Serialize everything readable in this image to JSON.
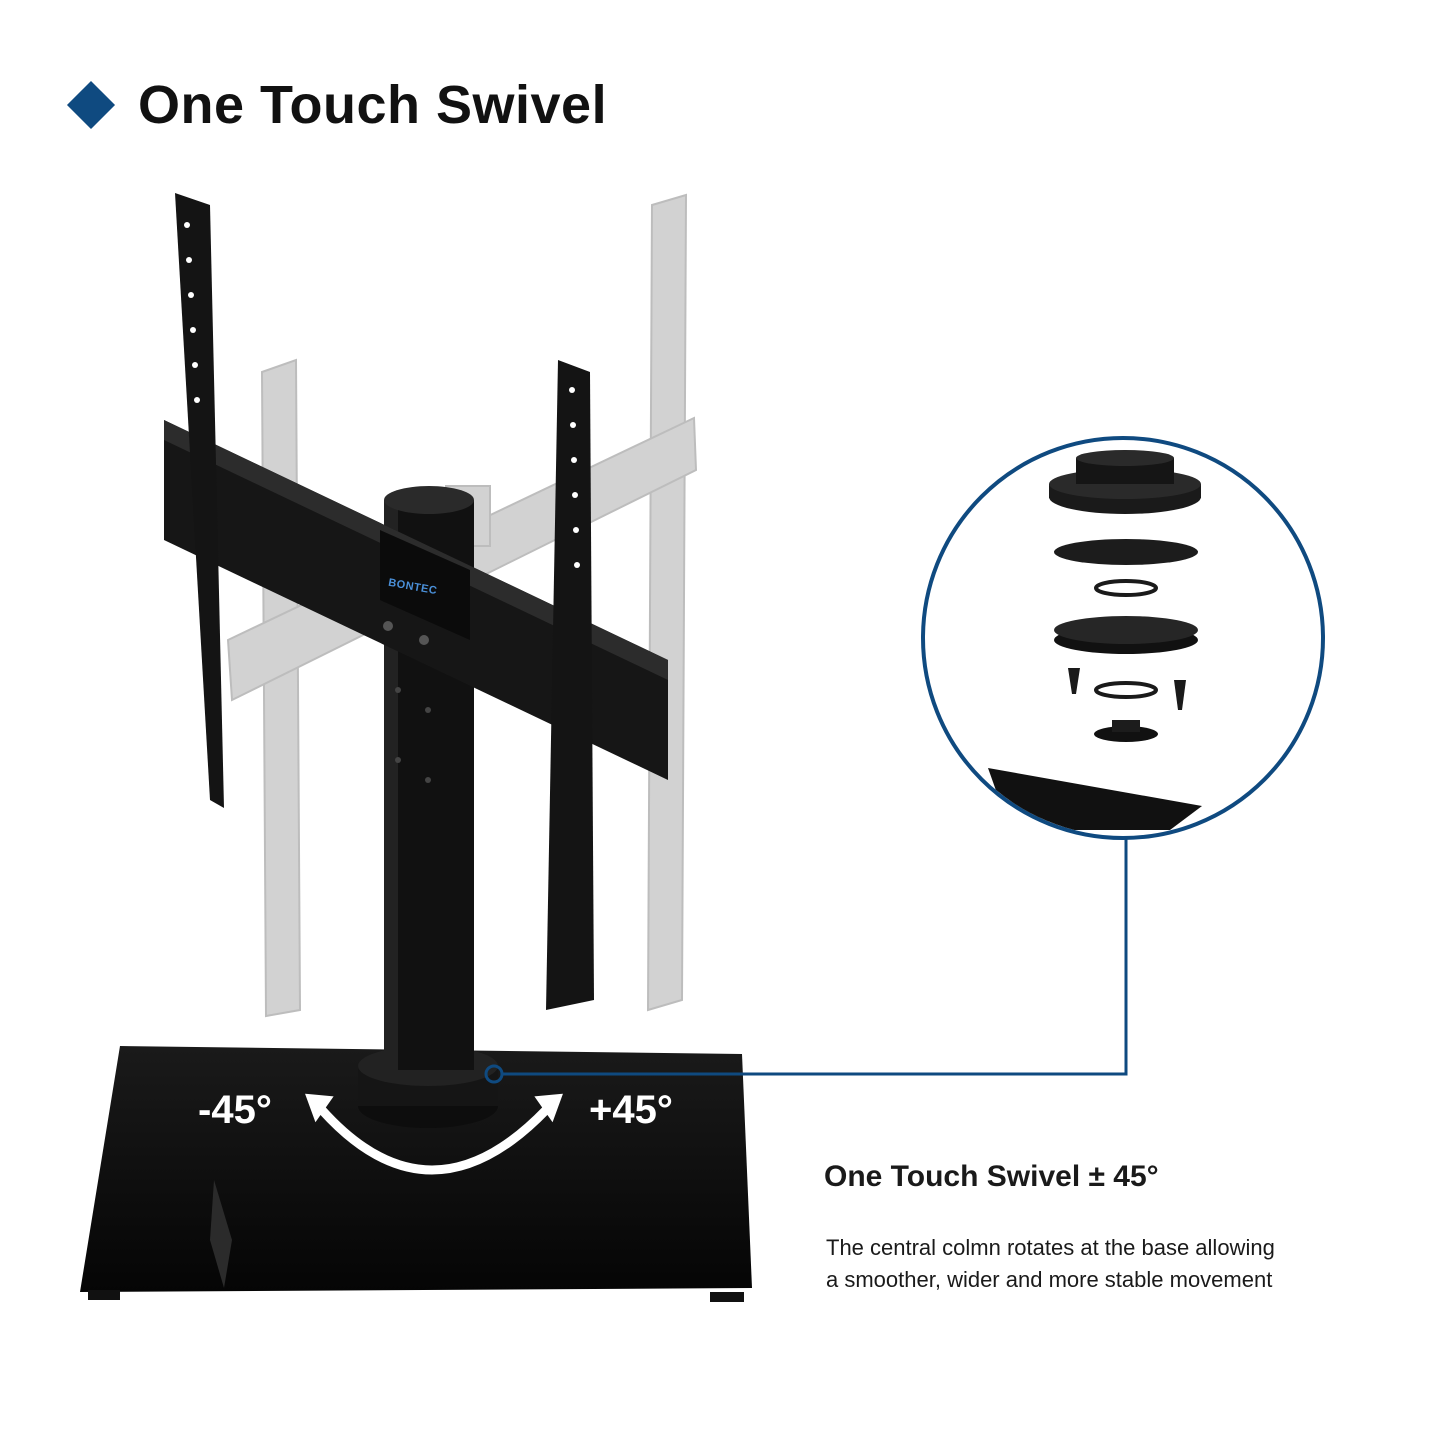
{
  "header": {
    "title": "One Touch Swivel"
  },
  "product": {
    "brand": "BONTEC",
    "angle_left": "-45°",
    "angle_right": "+45°"
  },
  "feature": {
    "title": "One Touch Swivel ± 45°",
    "description_line1": "The central colmn rotates at the base allowing",
    "description_line2": "a smoother, wider and more stable movement"
  },
  "colors": {
    "accent": "#0f4a80",
    "product_black": "#111111",
    "ghost_gray": "#cfcfcf"
  },
  "icons": {
    "bullet": "diamond-icon",
    "rotation": "curved-double-arrow-icon"
  }
}
